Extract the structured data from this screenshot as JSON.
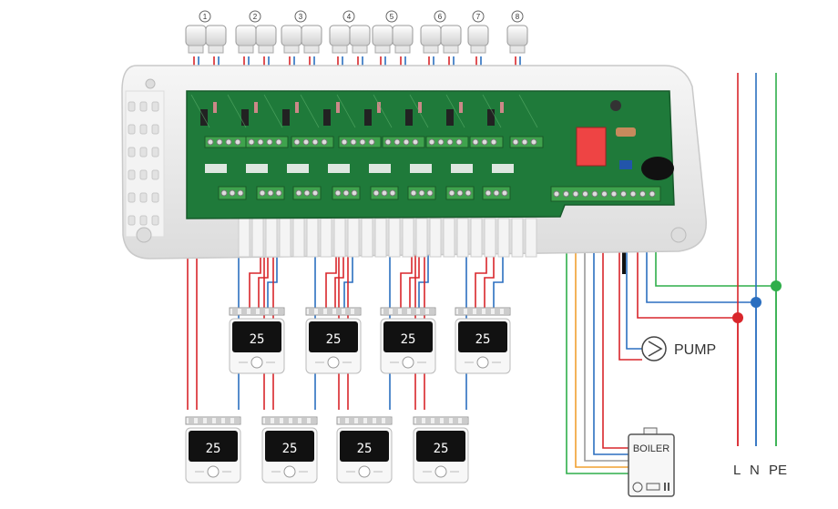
{
  "actuator_numbers": [
    "1",
    "2",
    "3",
    "4",
    "5",
    "6",
    "7",
    "8"
  ],
  "labels": {
    "pump": "PUMP",
    "boiler": "BOILER",
    "line_l": "L",
    "line_n": "N",
    "line_pe": "PE"
  },
  "thermostat": {
    "display_value": "25",
    "count": 8
  },
  "colors": {
    "board_green": "#1f7a3a",
    "housing": "#eeeeee",
    "wire_red": "#d9262b",
    "wire_blue": "#2b6fc0",
    "wire_green": "#2fae4a",
    "wire_orange": "#f0a030",
    "wire_gray": "#9a9a9a",
    "terminal_green": "#3fa34d"
  }
}
